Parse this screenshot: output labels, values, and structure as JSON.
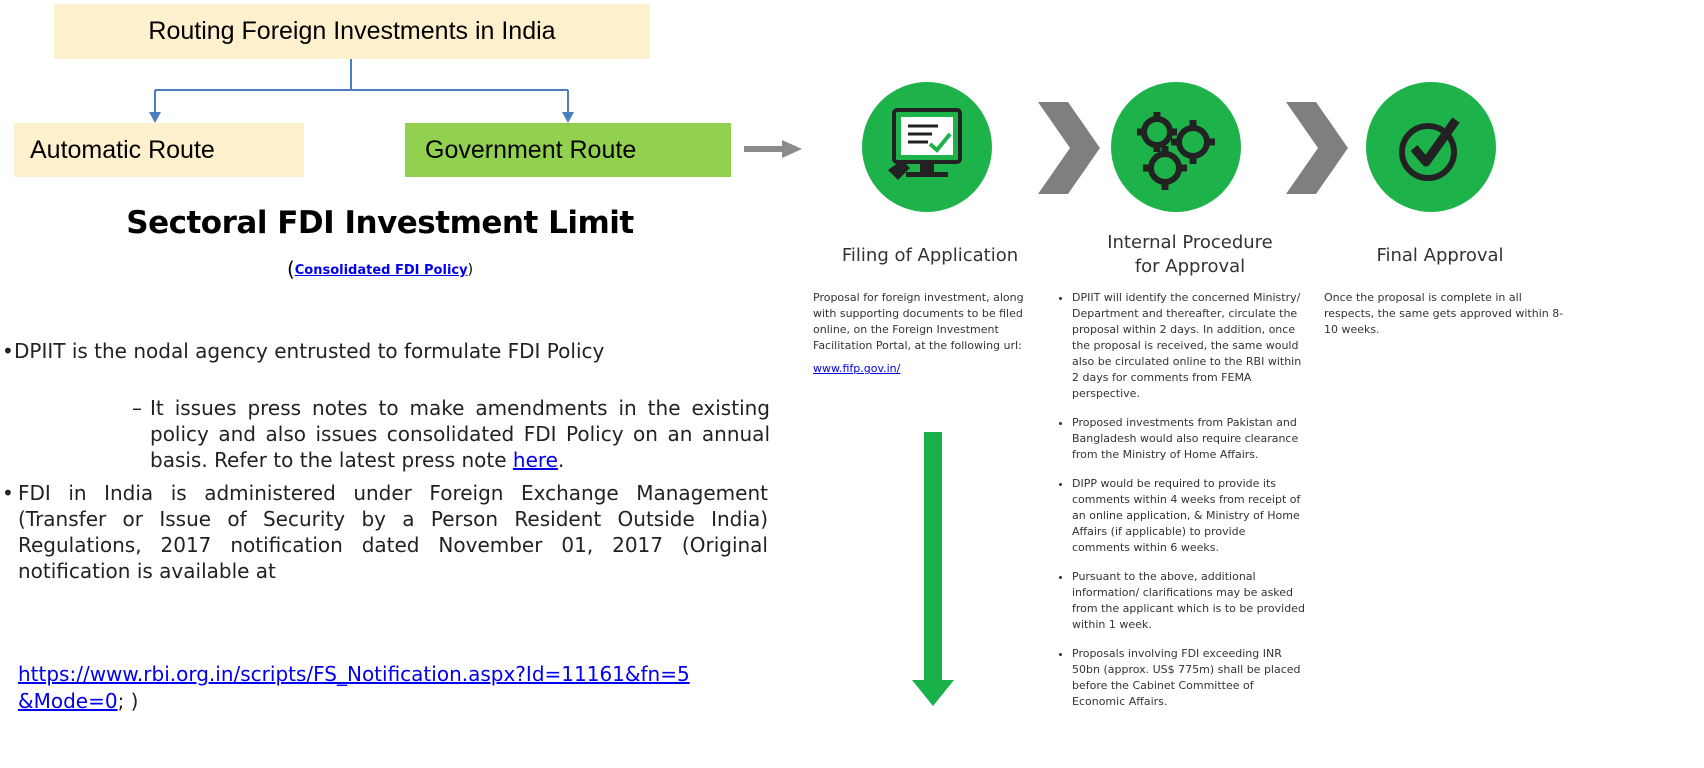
{
  "routes": {
    "title": "Routing Foreign Investments in India",
    "automatic": "Automatic Route",
    "government": "Government Route"
  },
  "heading": "Sectoral FDI Investment Limit",
  "subheading": {
    "open": "(",
    "link": "Consolidated FDI Policy",
    "close": ")"
  },
  "bullets": {
    "dpiit": "DPIIT is the nodal agency entrusted to formulate FDI Policy",
    "press_text": "It issues press notes to make amendments in the existing policy and also issues consolidated FDI Policy on an annual basis. Refer to the latest press note",
    "press_link": "here",
    "press_end": ".",
    "fema_text": "FDI in India is administered under Foreign Exchange Management (Transfer or Issue of Security by a Person Resident Outside India) Regulations, 2017 notification dated November 01, 2017 (Original notification is available at",
    "fema_url_1": "https://www.rbi.org.in/scripts/FS_Notification.aspx?Id=11161&fn=5",
    "fema_url_2": "&Mode=0",
    "fema_end": "; )"
  },
  "process": {
    "stage1": {
      "title": "Filing of Application",
      "text": "Proposal for foreign investment, along with supporting documents to be filed online, on the Foreign Investment Facilitation Portal, at the following url:",
      "url": "www.fifp.gov.in/"
    },
    "stage2": {
      "title_1": "Internal Procedure",
      "title_2": "for Approval",
      "items": [
        "DPIIT will identify the concerned Ministry/ Department and thereafter, circulate the proposal within 2 days. In addition, once the proposal is received, the same would also be circulated online to the RBI within 2 days for comments from FEMA perspective.",
        "Proposed investments from Pakistan and Bangladesh would also require clearance from the Ministry of Home Affairs.",
        "DIPP would be required to provide its comments within 4 weeks from receipt of an online application, & Ministry of Home Affairs (if applicable) to provide comments within 6 weeks.",
        "Pursuant to the above, additional information/ clarifications may be asked from the applicant which is to be provided within 1 week.",
        "Proposals involving FDI exceeding INR 50bn (approx. US$ 775m) shall be placed before the Cabinet Committee of Economic Affairs."
      ]
    },
    "stage3": {
      "title": "Final Approval",
      "text": "Once the proposal is complete in all respects, the same gets approved within 8-10 weeks."
    }
  },
  "colors": {
    "cream": "#fdf0cc",
    "green_box": "#92d050",
    "circle_green": "#1eb24a",
    "connector_blue": "#4a7ebf",
    "chevron_gray": "#7f7f7f",
    "arrow_green": "#19b14a"
  },
  "icons": [
    "monitor-checklist-icon",
    "gears-icon",
    "checkmark-icon",
    "chevron-right-icon",
    "arrow-right-icon",
    "arrow-down-icon"
  ]
}
